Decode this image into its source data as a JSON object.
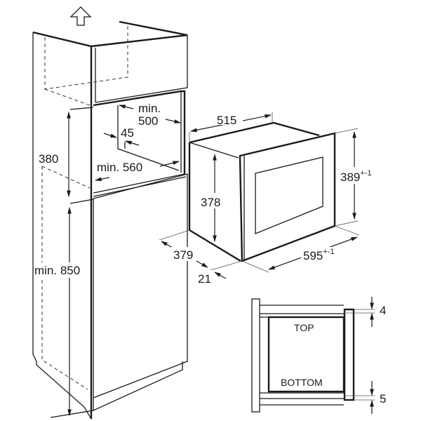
{
  "cabinet": {
    "niche_depth": "min.",
    "niche_depth_value": "500",
    "back_gap": "45",
    "niche_height": "380",
    "niche_width": "min. 560",
    "base_height": "min. 850"
  },
  "appliance": {
    "depth": "515",
    "height_front": "389",
    "height_front_tolerance": "+-1",
    "body_height": "378",
    "body_depth": "379",
    "frame_depth": "21",
    "width": "595",
    "width_tolerance": "+-1"
  },
  "section": {
    "top_label": "TOP",
    "bottom_label": "BOTTOM",
    "top_gap": "4",
    "bottom_gap": "5"
  }
}
